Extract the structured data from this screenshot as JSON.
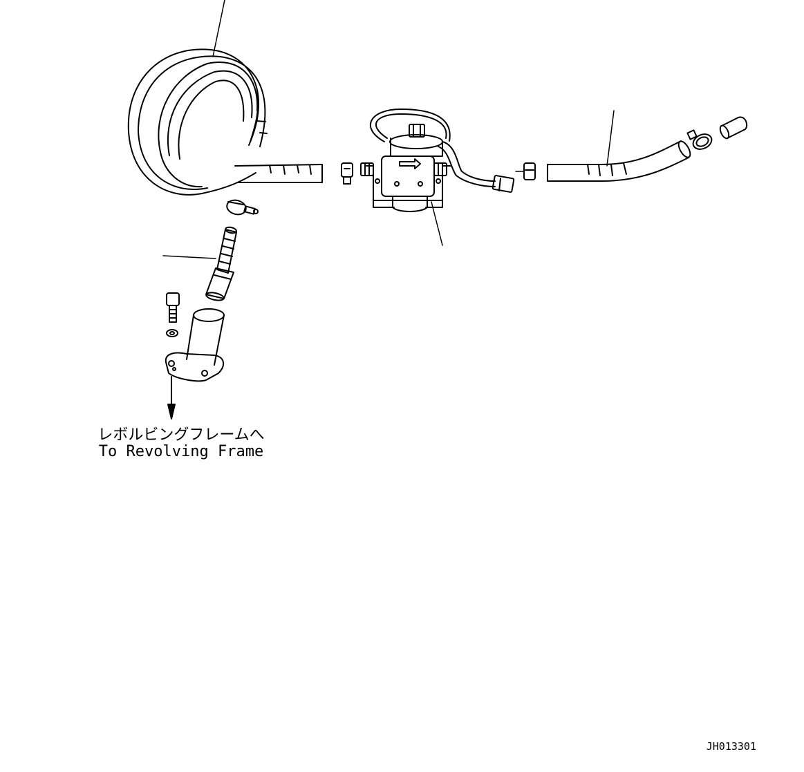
{
  "caption": {
    "jp": "レボルビングフレームへ",
    "en": "To Revolving Frame"
  },
  "drawing_code": "JH013301",
  "colors": {
    "ink": "#000000",
    "paper": "#ffffff"
  }
}
